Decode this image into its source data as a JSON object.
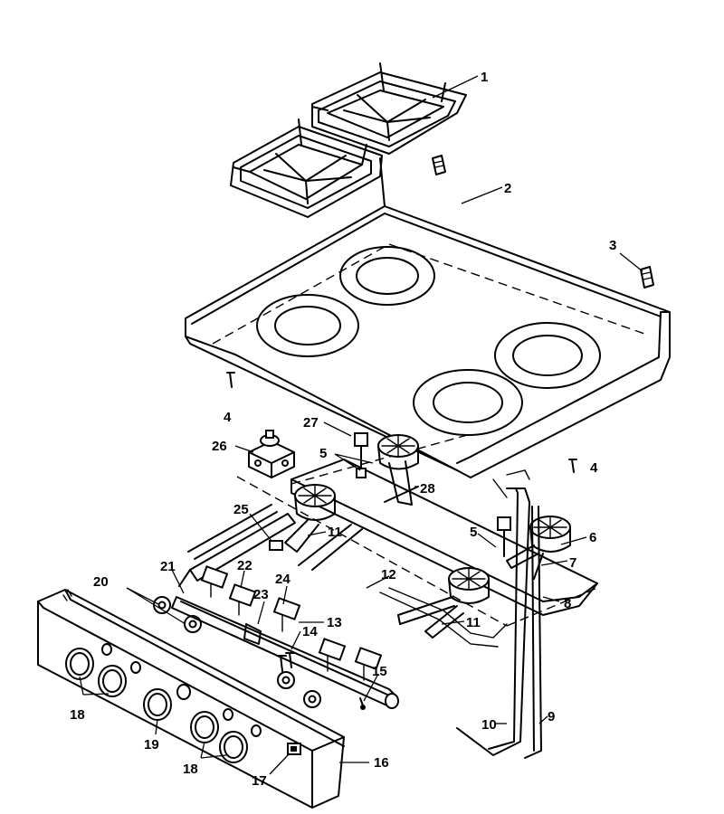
{
  "callouts": {
    "c1": "1",
    "c2": "2",
    "c3": "3",
    "c4a": "4",
    "c4b": "4",
    "c5a": "5",
    "c5b": "5",
    "c6": "6",
    "c7": "7",
    "c8": "8",
    "c9": "9",
    "c10": "10",
    "c11a": "11",
    "c11b": "11",
    "c12": "12",
    "c13": "13",
    "c14": "14",
    "c15": "15",
    "c16": "16",
    "c17": "17",
    "c18a": "18",
    "c18b": "18",
    "c19": "19",
    "c20": "20",
    "c21": "21",
    "c22": "22",
    "c23": "23",
    "c24": "24",
    "c25": "25",
    "c26": "26",
    "c27": "27",
    "c28": "28"
  }
}
